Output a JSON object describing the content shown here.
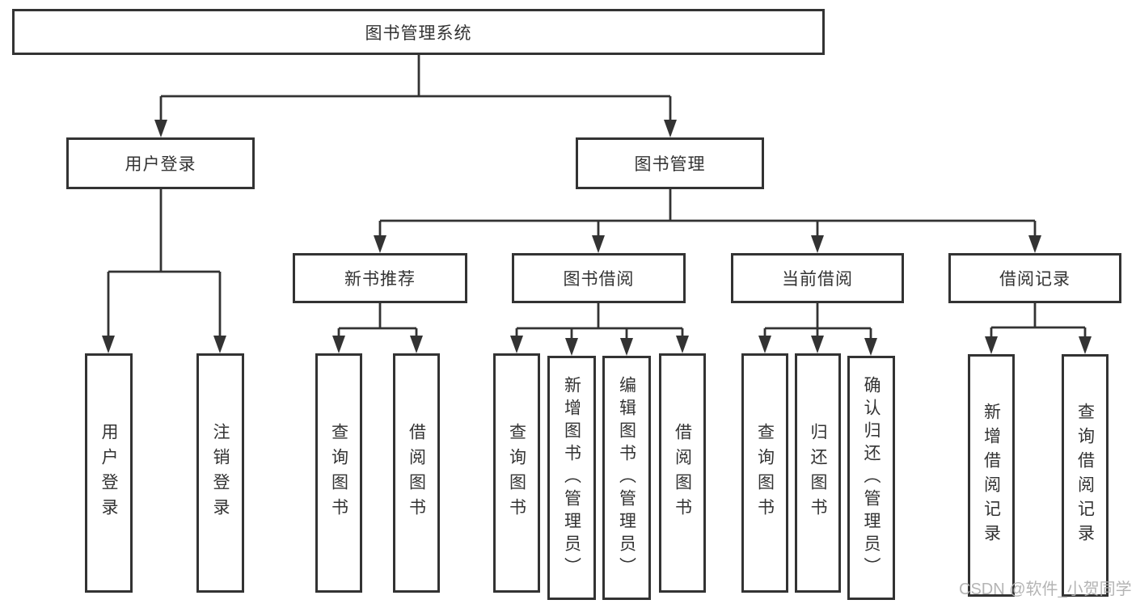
{
  "diagram": {
    "type": "hierarchy-tree",
    "watermark": "CSDN @软件_小贺同学",
    "colors": {
      "line": "#333333",
      "box_border": "#333333",
      "text": "#333333",
      "background": "#ffffff",
      "watermark": "#b0b0b0"
    },
    "nodes": {
      "root": {
        "label": "图书管理系统"
      },
      "user_login": {
        "label": "用户登录"
      },
      "book_mgmt": {
        "label": "图书管理"
      },
      "ul_login": {
        "label": "用户登录"
      },
      "ul_logout": {
        "label": "注销登录"
      },
      "new_book_rec": {
        "label": "新书推荐"
      },
      "book_borrow": {
        "label": "图书借阅"
      },
      "current_borrow": {
        "label": "当前借阅"
      },
      "borrow_record": {
        "label": "借阅记录"
      },
      "nbr_query": {
        "label": "查询图书"
      },
      "nbr_borrow": {
        "label": "借阅图书"
      },
      "bb_query": {
        "label": "查询图书"
      },
      "bb_add": {
        "label": "新增图书（管理员）"
      },
      "bb_edit": {
        "label": "编辑图书（管理员）"
      },
      "bb_borrow": {
        "label": "借阅图书"
      },
      "cb_query": {
        "label": "查询图书"
      },
      "cb_return": {
        "label": "归还图书"
      },
      "cb_confirm": {
        "label": "确认归还（管理员）"
      },
      "br_add": {
        "label": "新增借阅记录"
      },
      "br_query": {
        "label": "查询借阅记录"
      }
    },
    "tree": {
      "root": [
        "user_login",
        "book_mgmt"
      ],
      "user_login": [
        "ul_login",
        "ul_logout"
      ],
      "book_mgmt": [
        "new_book_rec",
        "book_borrow",
        "current_borrow",
        "borrow_record"
      ],
      "new_book_rec": [
        "nbr_query",
        "nbr_borrow"
      ],
      "book_borrow": [
        "bb_query",
        "bb_add",
        "bb_edit",
        "bb_borrow"
      ],
      "current_borrow": [
        "cb_query",
        "cb_return",
        "cb_confirm"
      ],
      "borrow_record": [
        "br_add",
        "br_query"
      ]
    }
  }
}
